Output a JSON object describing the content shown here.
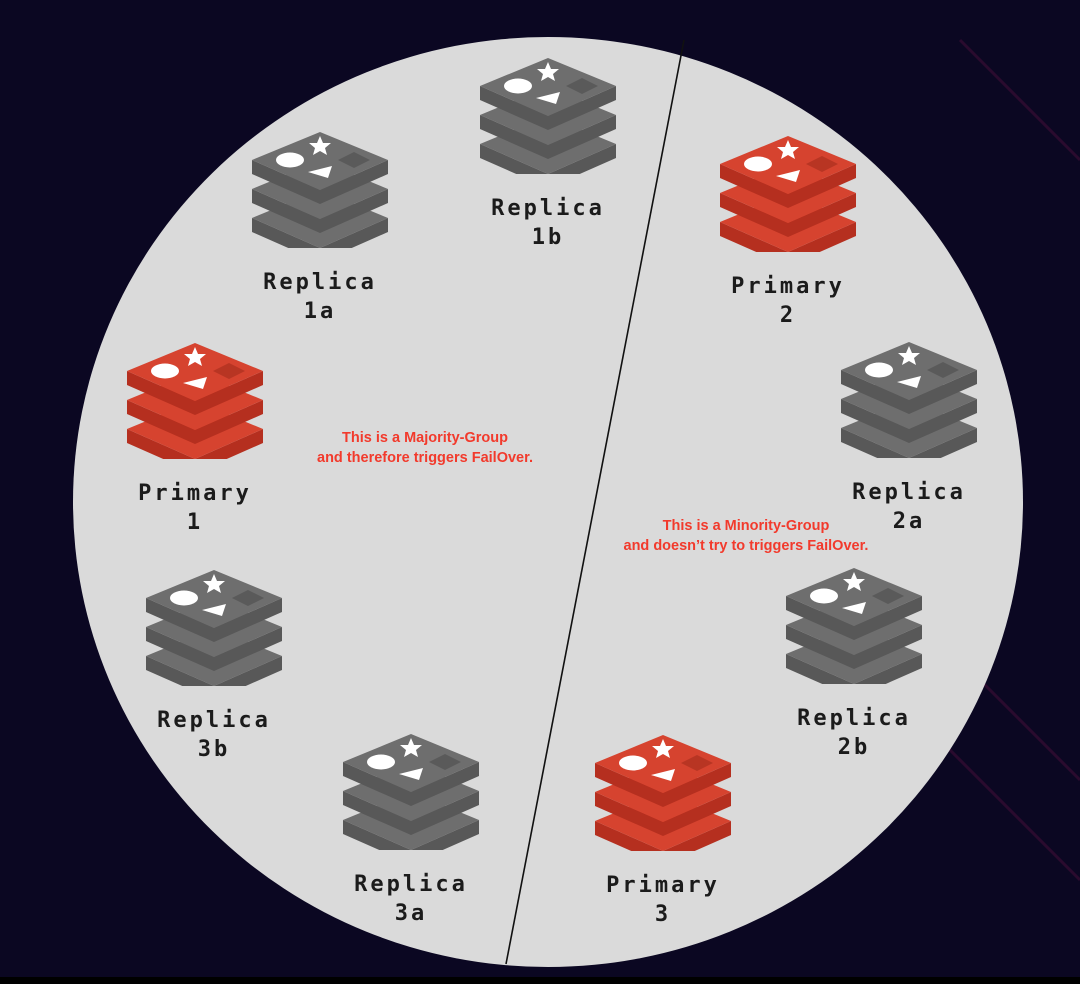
{
  "colors": {
    "primary": "#d6412f",
    "replica": "#6d6d6d",
    "annotation": "#f23a2c",
    "background": "#0b0722",
    "disc": "#dadada"
  },
  "nodes": {
    "r1a": {
      "role": "Replica",
      "id": "1a",
      "type": "replica"
    },
    "r1b": {
      "role": "Replica",
      "id": "1b",
      "type": "replica"
    },
    "p1": {
      "role": "Primary",
      "id": "1",
      "type": "primary"
    },
    "r3b": {
      "role": "Replica",
      "id": "3b",
      "type": "replica"
    },
    "r3a": {
      "role": "Replica",
      "id": "3a",
      "type": "replica"
    },
    "p2": {
      "role": "Primary",
      "id": "2",
      "type": "primary"
    },
    "r2a": {
      "role": "Replica",
      "id": "2a",
      "type": "replica"
    },
    "r2b": {
      "role": "Replica",
      "id": "2b",
      "type": "replica"
    },
    "p3": {
      "role": "Primary",
      "id": "3",
      "type": "primary"
    }
  },
  "notes": {
    "majority": [
      "This is a Majority-Group",
      "and therefore triggers FailOver."
    ],
    "minority": [
      "This is a Minority-Group",
      "and doesn’t try to triggers FailOver."
    ]
  }
}
